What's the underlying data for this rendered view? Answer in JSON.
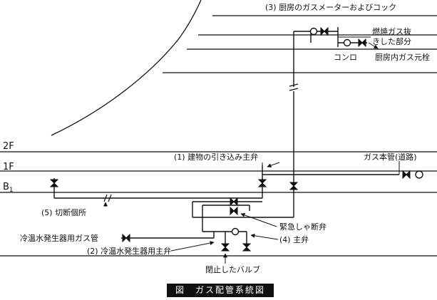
{
  "floors": {
    "f2": "2F",
    "f1": "1F",
    "b1_main": "B",
    "b1_sub": "1"
  },
  "labels": {
    "kitchen_meter": "(3) 厨房のガスメーターおよびコック",
    "burner_removed_1": "燃焼ガス抜",
    "burner_removed_2": "きした部分",
    "stove": "コンロ",
    "kitchen_main_cock": "厨房内ガス元栓",
    "gas_main": "ガス本管(道路)",
    "building_main_valve": "(1) 建物の引き込み主弁",
    "cut_point": "(5) 切断個所",
    "emergency_valve": "緊急しゃ断弁",
    "main_valve": "(4) 主弁",
    "chiller_gas_pipe": "冷温水発生器用ガス管",
    "chiller_main_valve": "(2) 冷温水発生器用主弁",
    "closed_valve": "閉止したバルブ"
  },
  "caption": "図　ガス配管系統図"
}
